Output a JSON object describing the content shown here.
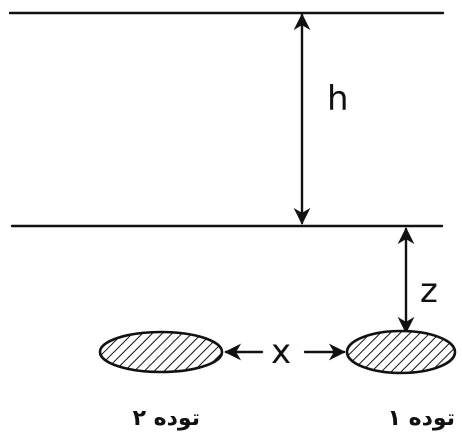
{
  "labels": {
    "h": "h",
    "z": "z",
    "x": "x"
  },
  "masses": [
    {
      "label": "توده ۲"
    },
    {
      "label": "توده ۱"
    }
  ]
}
